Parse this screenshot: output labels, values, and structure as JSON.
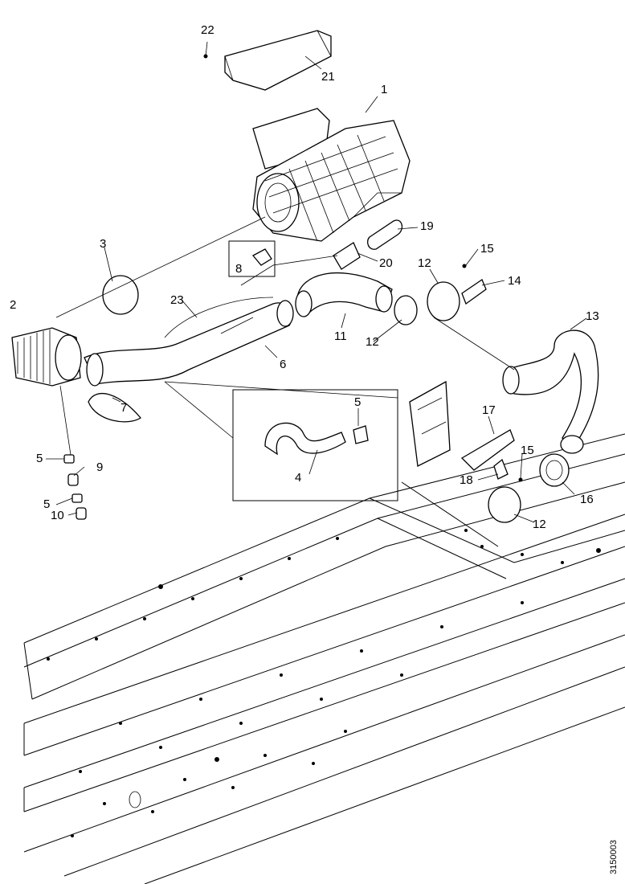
{
  "callouts": {
    "c1": "1",
    "c2": "2",
    "c3": "3",
    "c4": "4",
    "c5a": "5",
    "c5b": "5",
    "c5c": "5",
    "c6": "6",
    "c7": "7",
    "c8": "8",
    "c9": "9",
    "c10": "10",
    "c11": "11",
    "c12a": "12",
    "c12b": "12",
    "c12c": "12",
    "c13": "13",
    "c14": "14",
    "c15a": "15",
    "c15b": "15",
    "c16": "16",
    "c17": "17",
    "c18": "18",
    "c19": "19",
    "c20": "20",
    "c21": "21",
    "c22": "22",
    "c23": "23"
  },
  "ref_code": "3150003"
}
